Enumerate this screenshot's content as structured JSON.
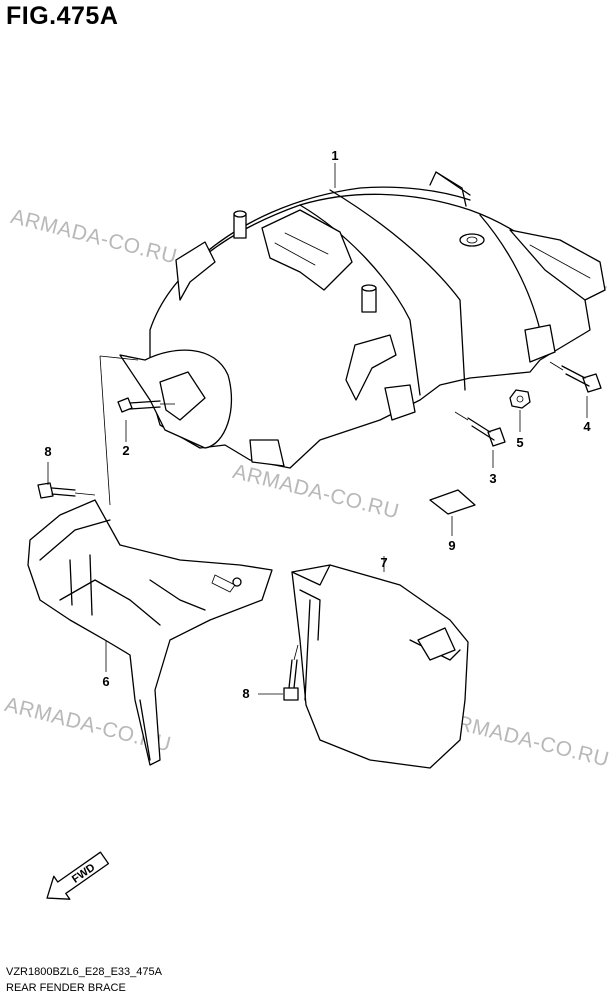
{
  "figure": {
    "title": "FIG.475A"
  },
  "watermark": {
    "text": "ARMADA-CO.RU",
    "color": "#b8b8b8"
  },
  "callouts": [
    {
      "id": "1",
      "label": "1"
    },
    {
      "id": "2",
      "label": "2"
    },
    {
      "id": "3",
      "label": "3"
    },
    {
      "id": "4",
      "label": "4"
    },
    {
      "id": "5",
      "label": "5"
    },
    {
      "id": "6",
      "label": "6"
    },
    {
      "id": "7",
      "label": "7"
    },
    {
      "id": "8a",
      "label": "8"
    },
    {
      "id": "8b",
      "label": "8"
    },
    {
      "id": "9",
      "label": "9"
    }
  ],
  "fwd_arrow": {
    "label": "FWD"
  },
  "footer": {
    "code": "VZR1800BZL6_E28_E33_475A",
    "caption": "REAR FENDER BRACE"
  }
}
